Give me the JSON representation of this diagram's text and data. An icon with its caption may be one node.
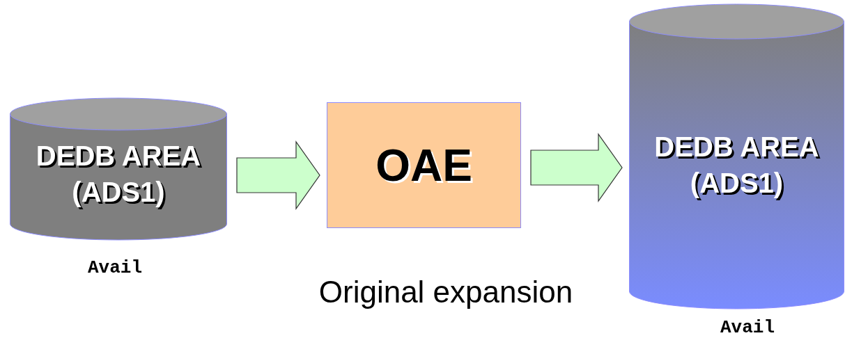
{
  "diagram": {
    "nodes": [
      {
        "text": [
          "DEDB AREA (ADS1)"
        ],
        "beside": [
          "Avail"
        ]
      },
      {
        "text": [
          "OAE"
        ]
      },
      {
        "text": [
          "DEDB AREA (ADS1)"
        ],
        "beside": [
          "Avail"
        ]
      }
    ],
    "edges": [
      {
        "from": 0,
        "to": 1,
        "arrow": "to"
      },
      {
        "from": 1,
        "to": 2,
        "arrow": "to"
      }
    ],
    "labels": [
      "Original expansion"
    ]
  }
}
